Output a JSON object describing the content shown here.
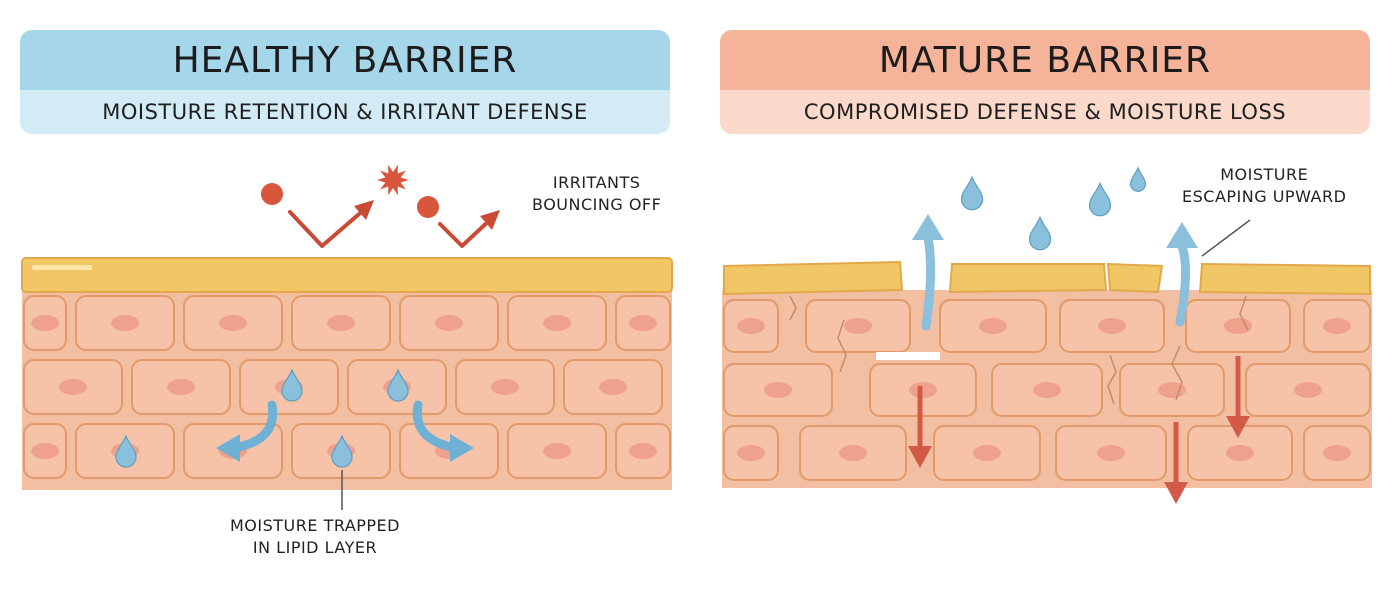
{
  "healthy": {
    "title": "HEALTHY BARRIER",
    "subtitle": "MOISTURE RETENTION & IRRITANT DEFENSE",
    "irritants_label": [
      "IRRITANTS",
      "BOUNCING OFF"
    ],
    "moisture_label": [
      "MOISTURE TRAPPED",
      "IN LIPID LAYER"
    ]
  },
  "mature": {
    "title": "MATURE BARRIER",
    "subtitle": "COMPROMISED DEFENSE & MOISTURE LOSS",
    "moisture_label": [
      "MOISTURE",
      "ESCAPING UPWARD"
    ]
  },
  "colors": {
    "lipid": "#f1c766",
    "cell": "#f6c3a9",
    "nucleus": "#eea18c",
    "outline": "#e39a6b",
    "water": "#8ac0dc",
    "irritant": "#d9553c",
    "loss_arrow": "#d45a48"
  },
  "icons": [
    "water-drop-icon",
    "irritant-particle-icon",
    "deflect-arrow-icon",
    "up-arrow-icon",
    "down-arrow-icon"
  ]
}
